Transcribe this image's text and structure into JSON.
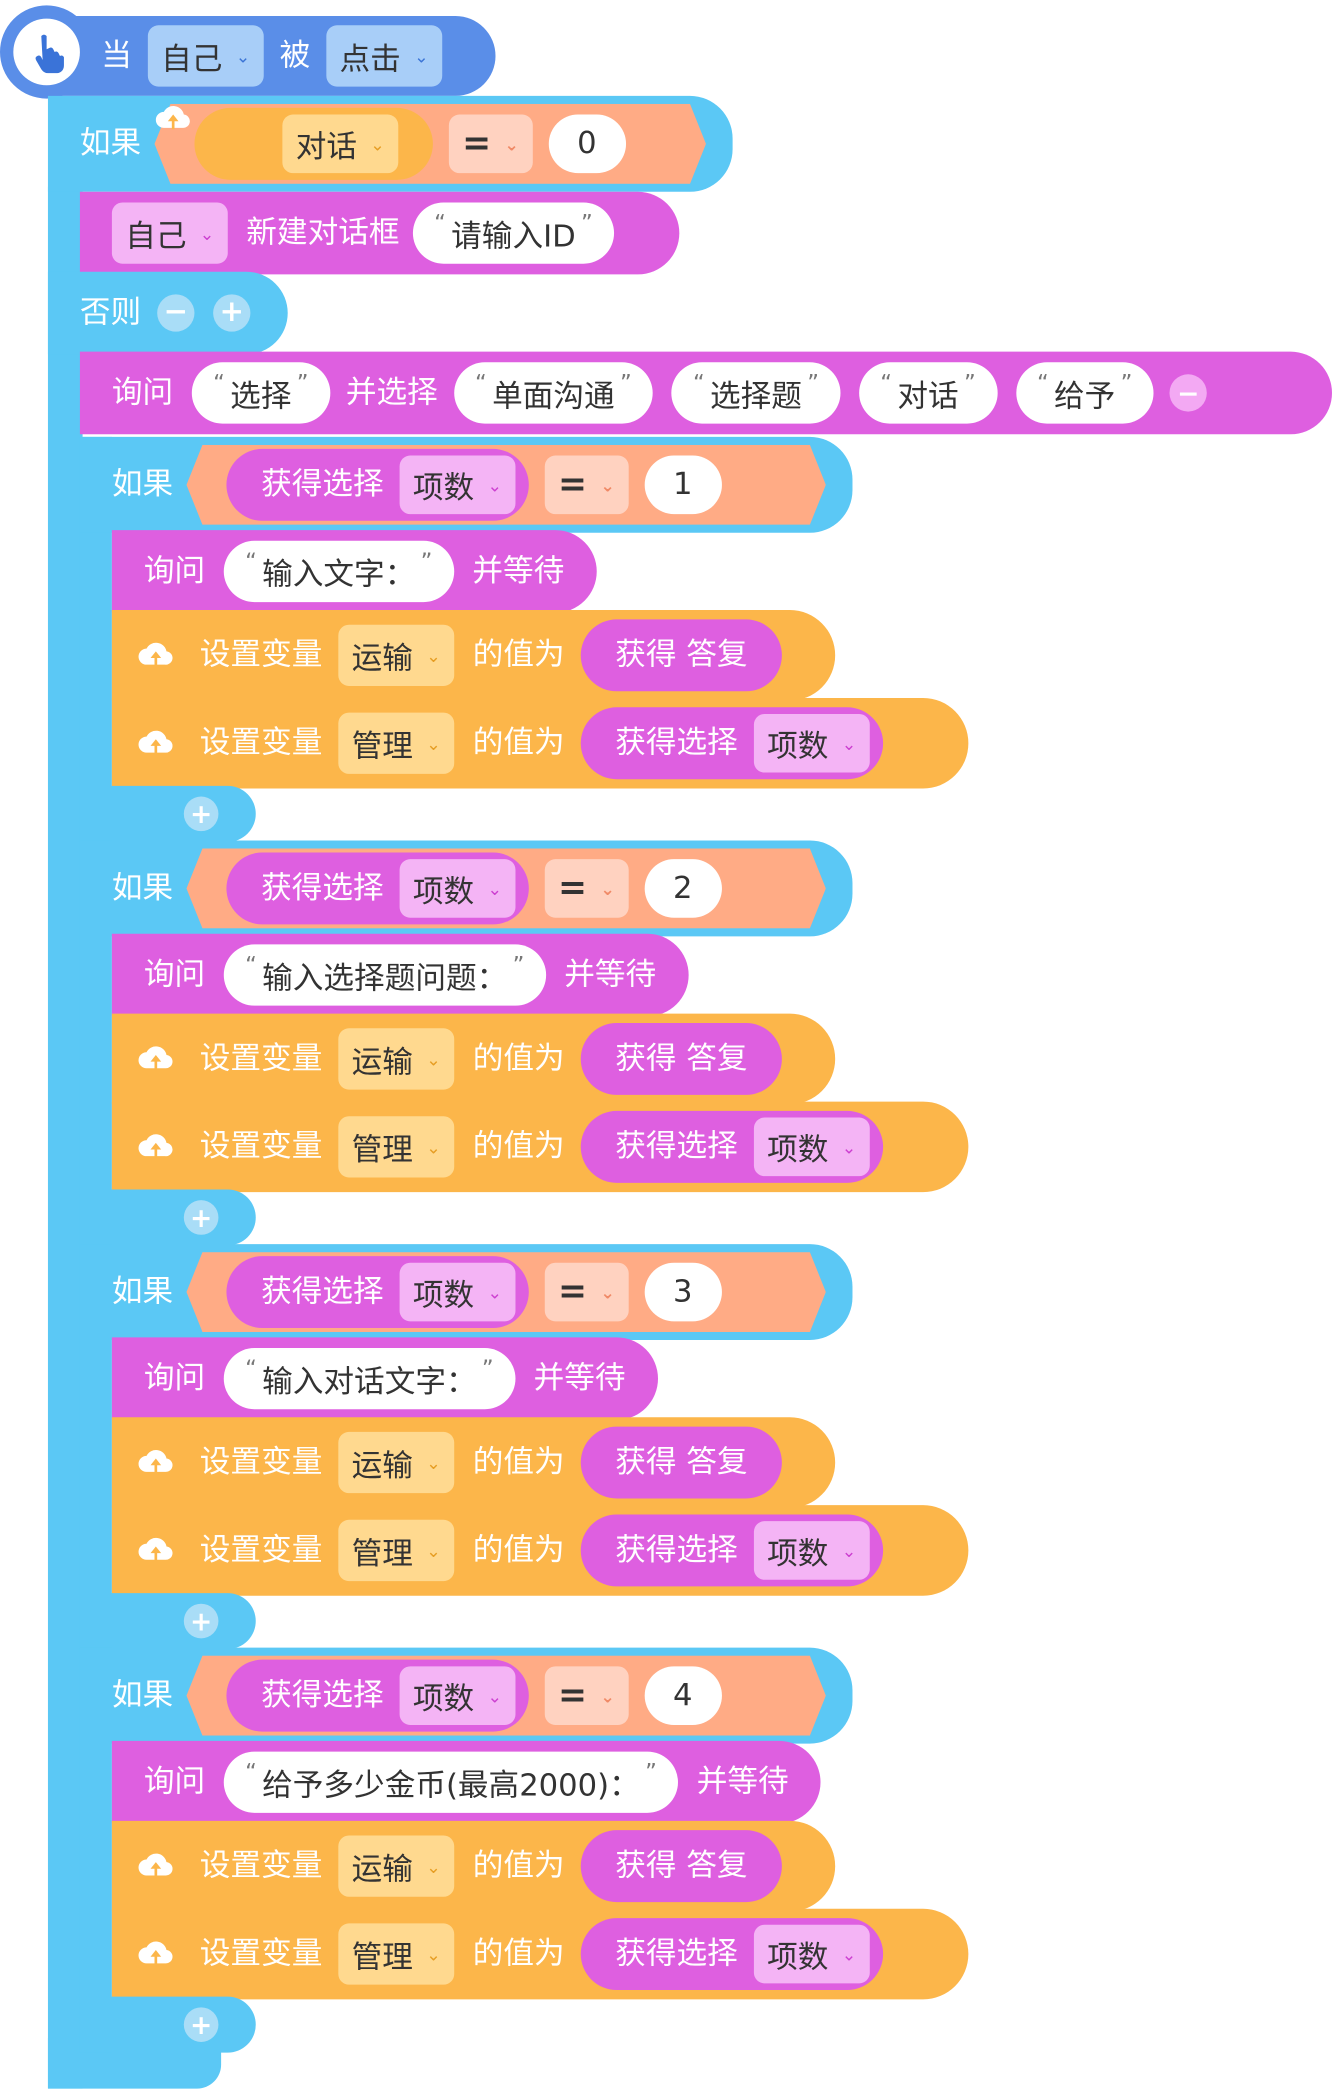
{
  "hat": {
    "when": "当",
    "target": "自己",
    "is": "被",
    "event": "点击"
  },
  "if_block": {
    "if_label": "如果",
    "var_name": "对话",
    "op": "=",
    "value": "0",
    "dialog_target": "自己",
    "dialog_action": "新建对话框",
    "dialog_text": "请输入ID",
    "else_label": "否则",
    "minus": "−",
    "plus": "+"
  },
  "choice": {
    "ask_label": "询问",
    "question": "选择",
    "and_choose": "并选择",
    "options": [
      "单面沟通",
      "选择题",
      "对话",
      "给予"
    ],
    "minus": "−"
  },
  "branches": [
    {
      "if_label": "如果",
      "get_choice": "获得选择",
      "field": "项数",
      "op": "=",
      "value": "1",
      "ask_label": "询问",
      "ask_text": "输入文字：",
      "wait": "并等待",
      "set_label": "设置变量",
      "var1": "运输",
      "value_is": "的值为",
      "get_reply": "获得 答复",
      "var2": "管理",
      "get_choice2": "获得选择",
      "field2": "项数",
      "plus": "+"
    },
    {
      "if_label": "如果",
      "get_choice": "获得选择",
      "field": "项数",
      "op": "=",
      "value": "2",
      "ask_label": "询问",
      "ask_text": "输入选择题问题：",
      "wait": "并等待",
      "set_label": "设置变量",
      "var1": "运输",
      "value_is": "的值为",
      "get_reply": "获得 答复",
      "var2": "管理",
      "get_choice2": "获得选择",
      "field2": "项数",
      "plus": "+"
    },
    {
      "if_label": "如果",
      "get_choice": "获得选择",
      "field": "项数",
      "op": "=",
      "value": "3",
      "ask_label": "询问",
      "ask_text": "输入对话文字：",
      "wait": "并等待",
      "set_label": "设置变量",
      "var1": "运输",
      "value_is": "的值为",
      "get_reply": "获得 答复",
      "var2": "管理",
      "get_choice2": "获得选择",
      "field2": "项数",
      "plus": "+"
    },
    {
      "if_label": "如果",
      "get_choice": "获得选择",
      "field": "项数",
      "op": "=",
      "value": "4",
      "ask_label": "询问",
      "ask_text": "给予多少金币(最高2000)：",
      "wait": "并等待",
      "set_label": "设置变量",
      "var1": "运输",
      "value_is": "的值为",
      "get_reply": "获得 答复",
      "var2": "管理",
      "get_choice2": "获得选择",
      "field2": "项数",
      "plus": "+"
    }
  ],
  "quote_open": "“",
  "quote_close": "”",
  "chevron": "⌄",
  "colors": {
    "hat": "#5a8ee8",
    "control": "#5bc8f5",
    "looks": "#de5fe0",
    "variable": "#fcb64a",
    "operator": "#ffab85"
  },
  "icons": {
    "hat": "hand-pointer-icon",
    "variable": "cloud-upload-icon"
  }
}
